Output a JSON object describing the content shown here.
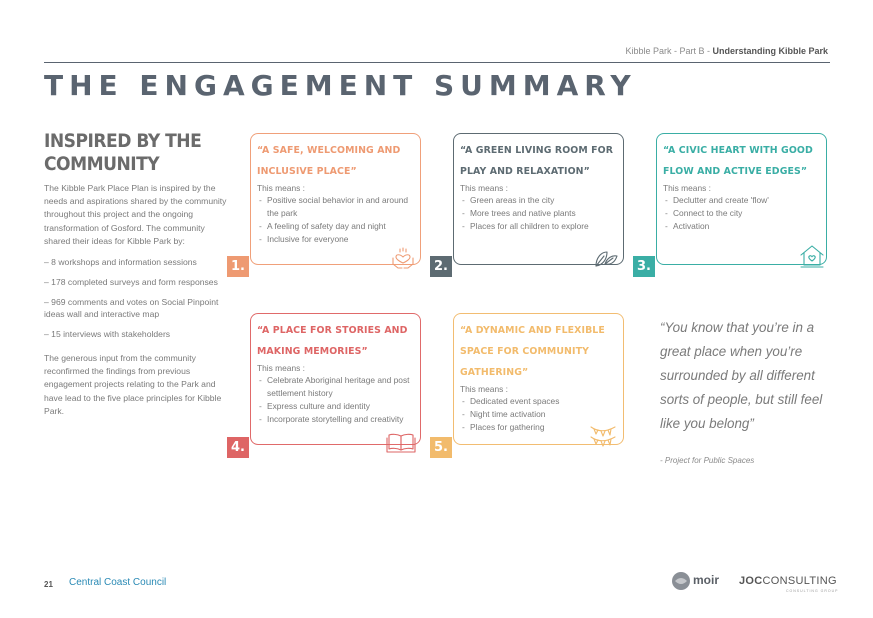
{
  "header": {
    "breadcrumb_prefix": "Kibble Park - Part B - ",
    "breadcrumb_section": "Understanding Kibble Park"
  },
  "page_title": "THE ENGAGEMENT SUMMARY",
  "intro": {
    "heading_line1": "INSPIRED BY THE",
    "heading_line2": "COMMUNITY",
    "paragraph": "The Kibble Park Place Plan is inspired by the needs and aspirations shared by the community throughout this project and the ongoing transformation of Gosford. The community shared their ideas for Kibble Park by:",
    "bullets": [
      "– 8 workshops and information sessions",
      "– 178 completed surveys and form responses",
      "– 969 comments and votes on Social Pinpoint ideas wall and interactive map",
      "– 15 interviews with stakeholders"
    ],
    "closing": "The generous input from the community reconfirmed the findings from previous engagement projects relating to the Park and have lead to the five place principles for Kibble Park."
  },
  "cards": [
    {
      "number": "1.",
      "title": "“A SAFE, WELCOMING AND INCLUSIVE PLACE”",
      "means": "This means :",
      "items": [
        "Positive social behavior in and around the park",
        "A feeling of safety day and night",
        "Inclusive for everyone"
      ],
      "color": "#f0a07a",
      "num_color": "#ee9a72",
      "icon": "heart-hands-icon"
    },
    {
      "number": "2.",
      "title": "“A GREEN LIVING ROOM FOR PLAY AND RELAXATION”",
      "means": "This means :",
      "items": [
        "Green areas in the city",
        "More trees and native plants",
        "Places for all children to explore"
      ],
      "color": "#5d6b72",
      "num_color": "#5d6b72",
      "icon": "leaves-icon"
    },
    {
      "number": "3.",
      "title": "“A CIVIC HEART WITH GOOD FLOW AND ACTIVE EDGES”",
      "means": "This means :",
      "items": [
        "Declutter and create 'flow'",
        "Connect to the city",
        "Activation"
      ],
      "color": "#3aaea5",
      "num_color": "#3aaea5",
      "icon": "house-heart-icon"
    },
    {
      "number": "4.",
      "title": "“A PLACE FOR STORIES AND MAKING MEMORIES”",
      "means": "This means :",
      "items": [
        "Celebrate Aboriginal heritage and post settlement history",
        "Express culture and identity",
        "Incorporate storytelling and creativity"
      ],
      "color": "#e06a6a",
      "num_color": "#de6565",
      "icon": "book-icon"
    },
    {
      "number": "5.",
      "title": "“A DYNAMIC AND FLEXIBLE SPACE FOR COMMUNITY GATHERING”",
      "means": "This means :",
      "items": [
        "Dedicated event spaces",
        "Night time activation",
        "Places for gathering"
      ],
      "color": "#f2bd72",
      "num_color": "#f2bb6c",
      "icon": "bunting-icon"
    }
  ],
  "quote": {
    "text": "“You know that you’re in a great place when you’re surrounded by all different sorts of people, but still feel like you belong”",
    "source": "- Project for Public Spaces"
  },
  "footer": {
    "page_number": "21",
    "council": "Central Coast Council",
    "logo_moir": "moir",
    "logo_joc_bold": "JOC",
    "logo_joc_rest": "CONSULTING",
    "logo_joc_sub": "CONSULTING GROUP"
  }
}
